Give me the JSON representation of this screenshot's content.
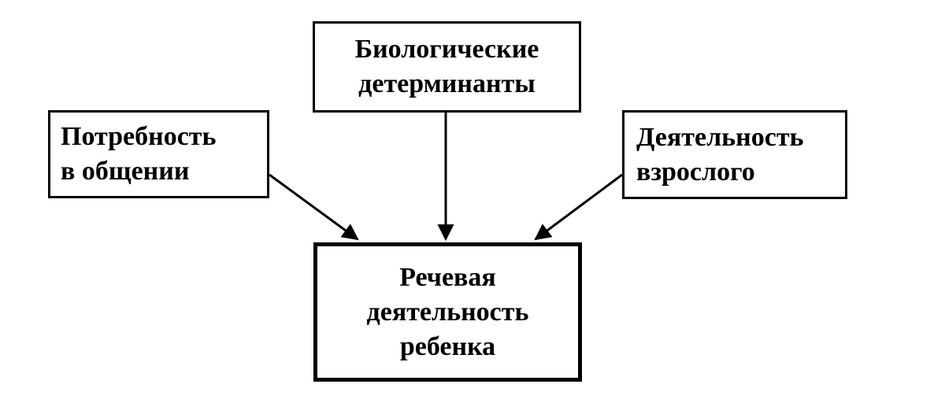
{
  "diagram": {
    "nodes": {
      "bio": {
        "line1": "Биологические",
        "line2": "детерминанты"
      },
      "need": {
        "line1": "Потребность",
        "line2": "в общении"
      },
      "adult": {
        "line1": "Деятельность",
        "line2": "взрослого"
      },
      "speech": {
        "line1": "Речевая",
        "line2": "деятельность",
        "line3": "ребенка"
      }
    },
    "edges": [
      {
        "from": "bio",
        "to": "speech"
      },
      {
        "from": "need",
        "to": "speech"
      },
      {
        "from": "adult",
        "to": "speech"
      }
    ]
  }
}
